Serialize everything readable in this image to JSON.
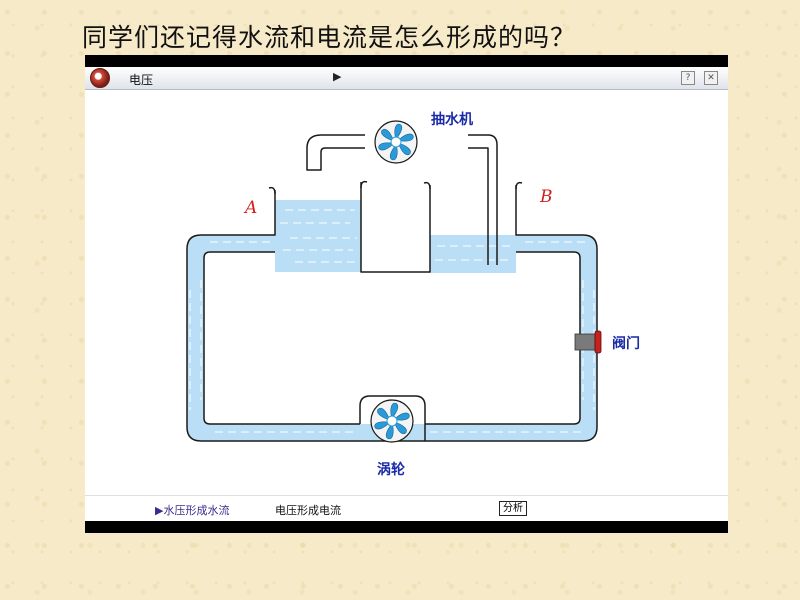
{
  "slide": {
    "title": "同学们还记得水流和电流是怎么形成的吗？"
  },
  "window": {
    "title": "电压",
    "play_arrow": "▶",
    "help_label": "?",
    "close_label": "✕"
  },
  "diagram": {
    "label_a": "A",
    "label_b": "B",
    "pump_label": "抽水机",
    "valve_label": "阀门",
    "turbine_label": "涡轮"
  },
  "bottom_nav": {
    "water_flow": "▶水压形成水流",
    "electric_current": "电压形成电流",
    "analyze_button": "分析"
  },
  "colors": {
    "water": "#b9def5",
    "pipe_edge": "#1a1a1a",
    "fan_blue": "#2a9ad8",
    "label_red": "#d0201a",
    "label_blue": "#1a2aa8"
  }
}
